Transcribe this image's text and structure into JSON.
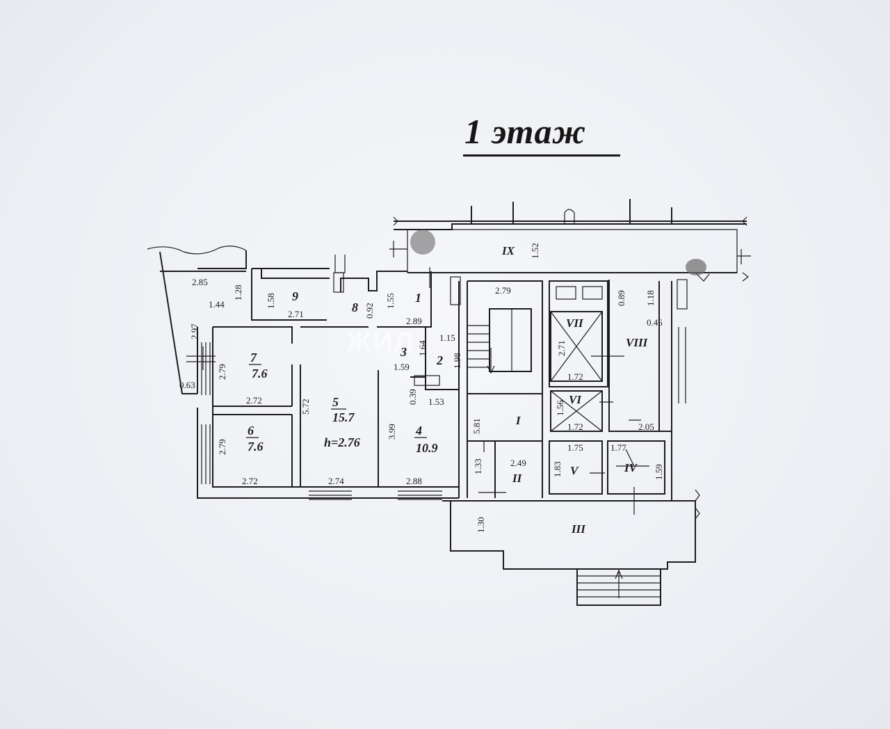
{
  "title": "1 этаж",
  "watermark": "ЖИЛ.",
  "rooms": [
    {
      "id": "1",
      "area": ""
    },
    {
      "id": "2",
      "area": ""
    },
    {
      "id": "3",
      "area": ""
    },
    {
      "id": "4",
      "area": "10.9"
    },
    {
      "id": "5",
      "area": "15.7"
    },
    {
      "id": "6",
      "area": "7.6"
    },
    {
      "id": "7",
      "area": "7.6"
    },
    {
      "id": "8",
      "area": ""
    },
    {
      "id": "9",
      "area": ""
    }
  ],
  "ceiling_height": "h=2.76",
  "common_areas": [
    "I",
    "II",
    "III",
    "IV",
    "V",
    "VI",
    "VII",
    "VIII",
    "IX"
  ],
  "dimensions": [
    "2.85",
    "1.28",
    "1.44",
    "2.97",
    "2.79",
    "0.63",
    "1.58",
    "2.71",
    "0.92",
    "1.55",
    "2.89",
    "1.64",
    "1.15",
    "1.98",
    "1.59",
    "0.39",
    "1.53",
    "2.72",
    "5.72",
    "2.79",
    "2.72",
    "2.74",
    "3.99",
    "2.88",
    "2.79",
    "5.81",
    "1.33",
    "2.49",
    "1.30",
    "2.71",
    "1.72",
    "1.56",
    "1.72",
    "0.89",
    "1.18",
    "0.46",
    "2.05",
    "1.75",
    "1.77",
    "1.83",
    "1.59",
    "1.52"
  ]
}
